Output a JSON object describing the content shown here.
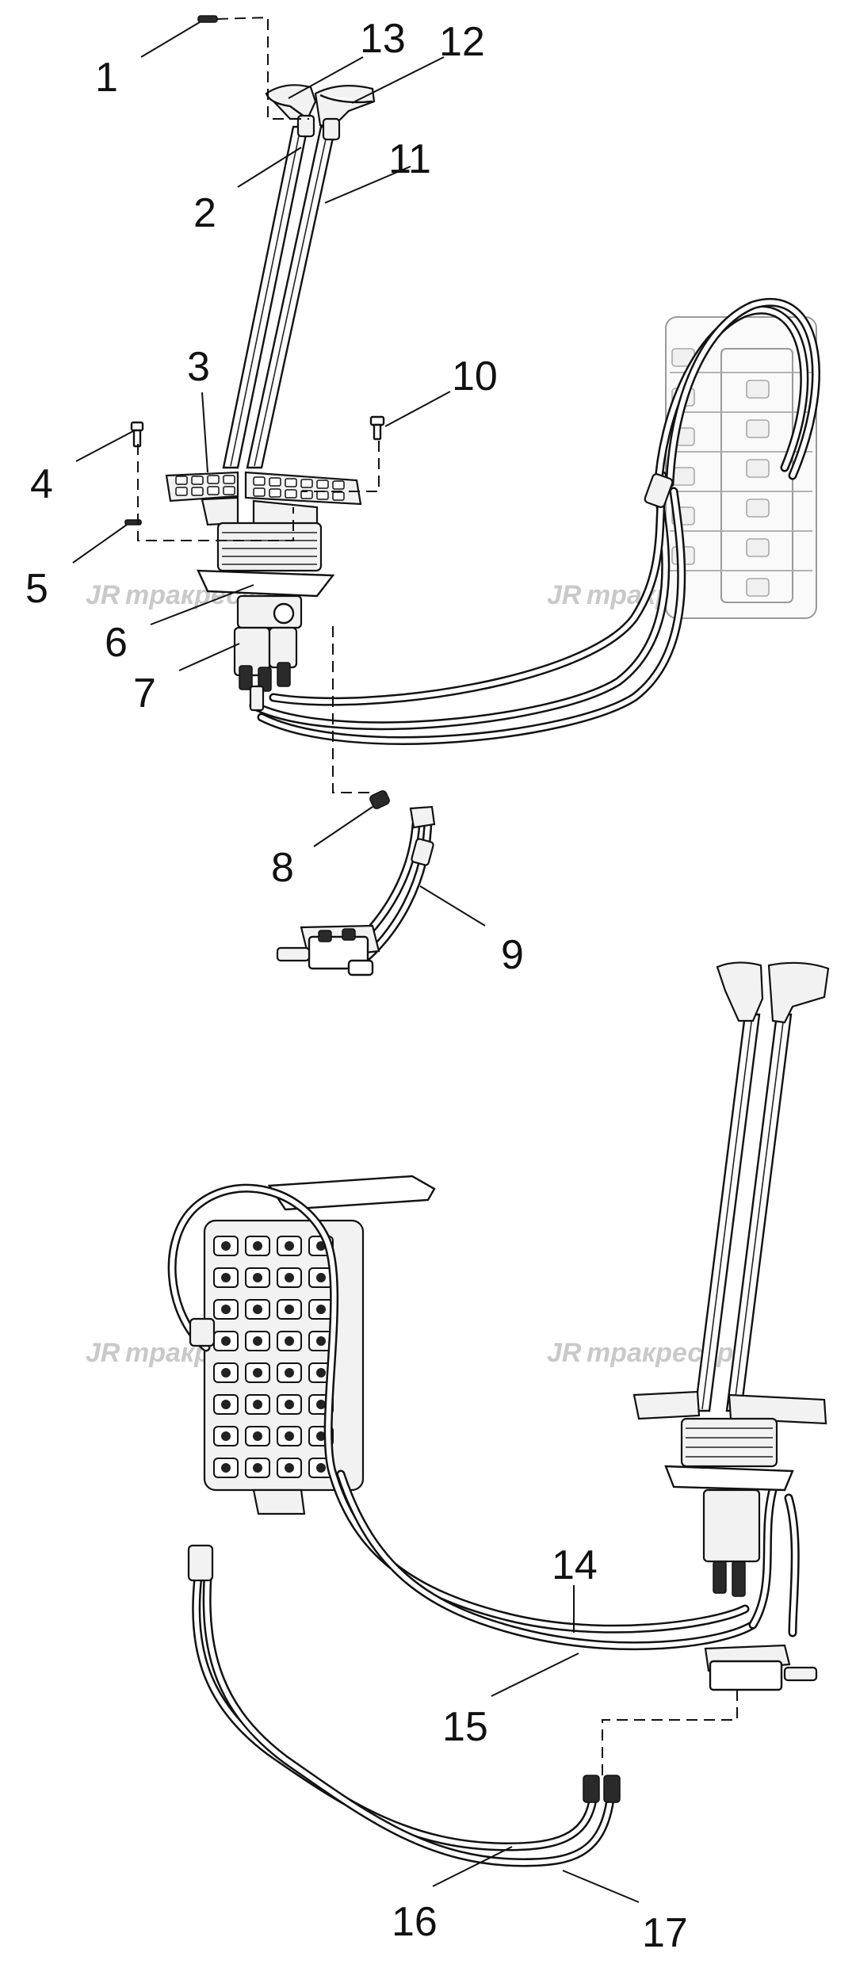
{
  "callouts": [
    "1",
    "2",
    "3",
    "4",
    "5",
    "6",
    "7",
    "8",
    "9",
    "10",
    "11",
    "12",
    "13",
    "14",
    "15",
    "16",
    "17"
  ],
  "watermarks": [
    "тракресурс",
    "тракресурс",
    "тракресурс",
    "тракресурс"
  ]
}
